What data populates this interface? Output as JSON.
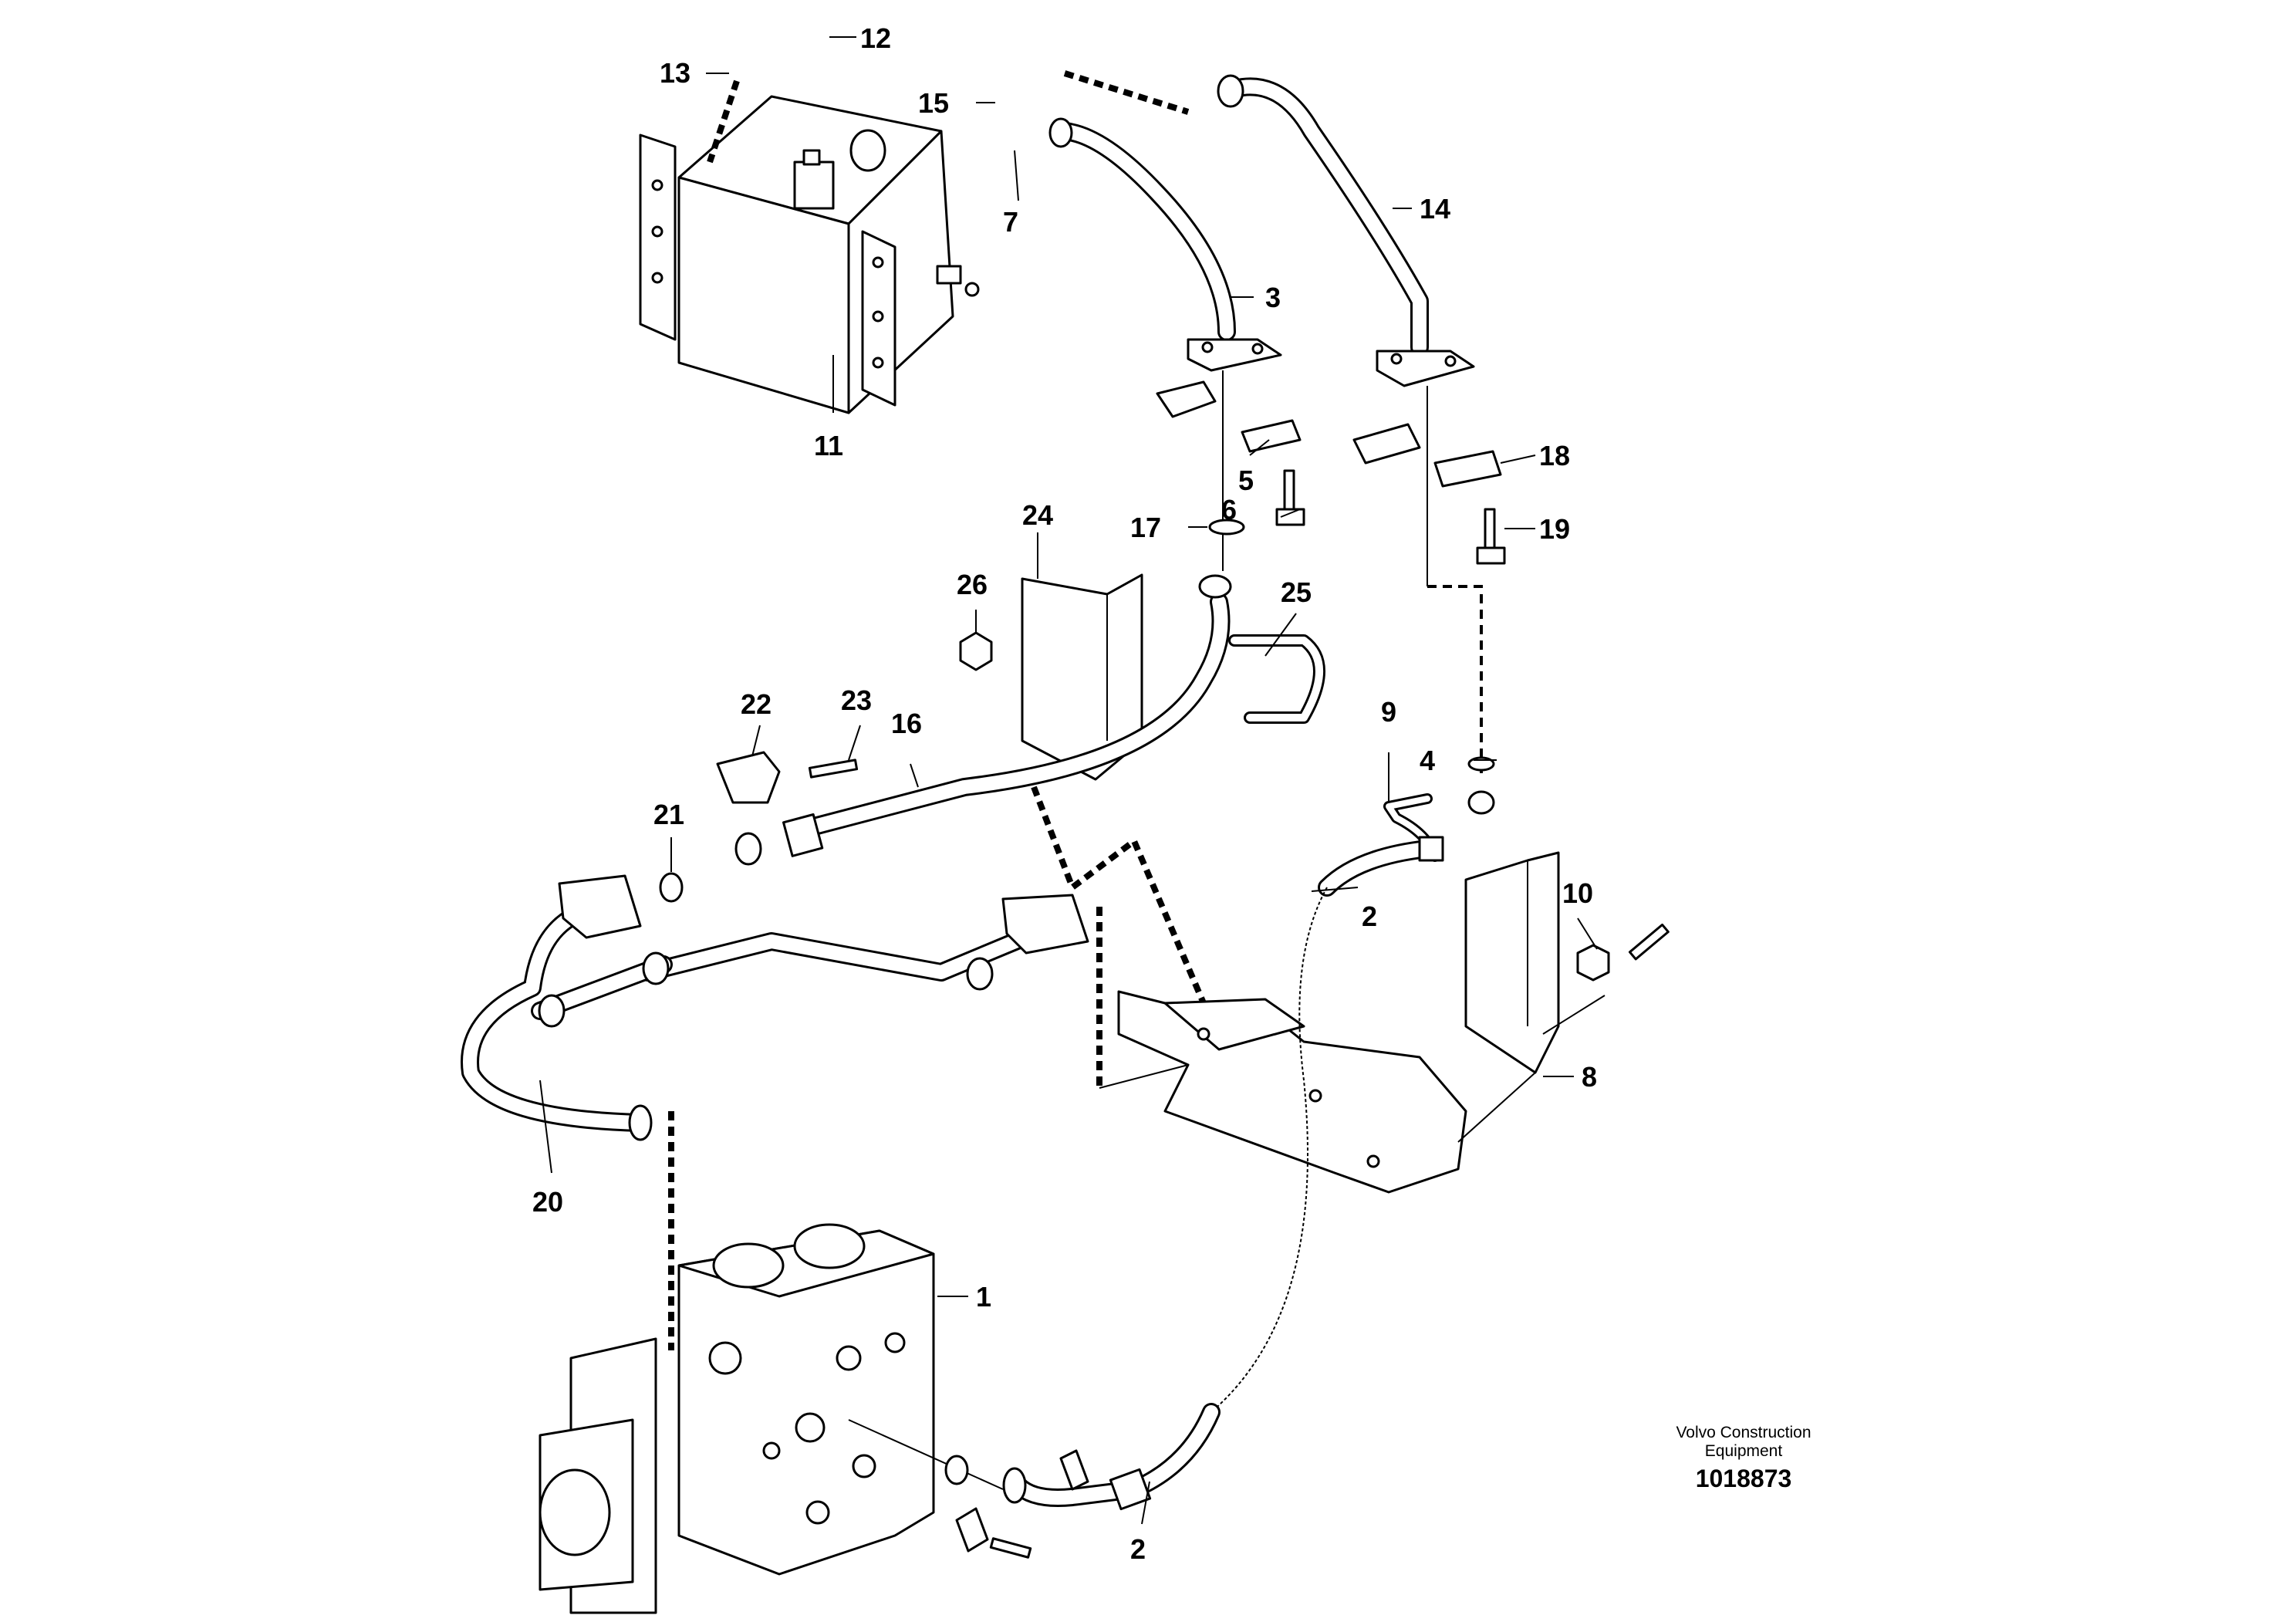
{
  "diagram": {
    "callouts": [
      {
        "id": "1",
        "text": "1"
      },
      {
        "id": "2a",
        "text": "2"
      },
      {
        "id": "2b",
        "text": "2"
      },
      {
        "id": "3",
        "text": "3"
      },
      {
        "id": "4",
        "text": "4"
      },
      {
        "id": "5",
        "text": "5"
      },
      {
        "id": "6",
        "text": "6"
      },
      {
        "id": "7",
        "text": "7"
      },
      {
        "id": "8",
        "text": "8"
      },
      {
        "id": "9",
        "text": "9"
      },
      {
        "id": "10",
        "text": "10"
      },
      {
        "id": "11",
        "text": "11"
      },
      {
        "id": "12",
        "text": "12"
      },
      {
        "id": "13",
        "text": "13"
      },
      {
        "id": "14",
        "text": "14"
      },
      {
        "id": "15",
        "text": "15"
      },
      {
        "id": "16",
        "text": "16"
      },
      {
        "id": "17",
        "text": "17"
      },
      {
        "id": "18",
        "text": "18"
      },
      {
        "id": "19",
        "text": "19"
      },
      {
        "id": "20",
        "text": "20"
      },
      {
        "id": "21",
        "text": "21"
      },
      {
        "id": "22",
        "text": "22"
      },
      {
        "id": "23",
        "text": "23"
      },
      {
        "id": "24",
        "text": "24"
      },
      {
        "id": "25",
        "text": "25"
      },
      {
        "id": "26",
        "text": "26"
      }
    ],
    "brand_line1": "Volvo Construction",
    "brand_line2": "Equipment",
    "document_number": "1018873"
  }
}
